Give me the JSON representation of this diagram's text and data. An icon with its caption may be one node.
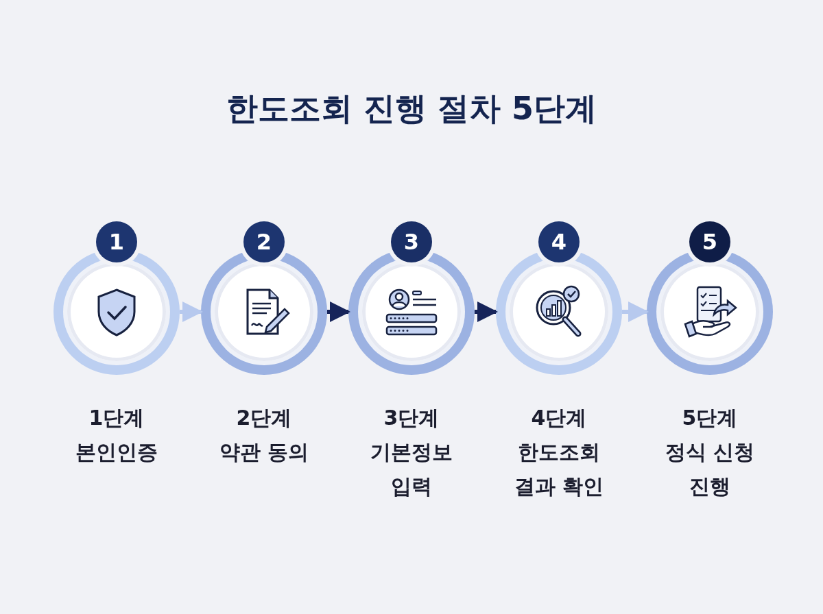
{
  "diagram": {
    "title": "한도조회 진행 절차 5단계",
    "nodes": [
      {
        "text": [
          "1"
        ],
        "beside": [
          "1단계",
          "본인인증"
        ]
      },
      {
        "text": [
          "2"
        ],
        "beside": [
          "2단계",
          "약관 동의"
        ]
      },
      {
        "text": [
          "3"
        ],
        "beside": [
          "3단계",
          "기본정보 입력"
        ]
      },
      {
        "text": [
          "4"
        ],
        "beside": [
          "4단계",
          "한도조회 결과 확인"
        ]
      },
      {
        "text": [
          "5"
        ],
        "beside": [
          "5단계",
          "정식 신청 진행"
        ]
      }
    ],
    "edges": [
      {
        "from": 0,
        "to": 1,
        "arrow": "to",
        "color": "#b7c9ee"
      },
      {
        "from": 1,
        "to": 2,
        "arrow": "to",
        "color": "#16245a"
      },
      {
        "from": 2,
        "to": 3,
        "arrow": "to",
        "color": "#16245a"
      },
      {
        "from": 3,
        "to": 4,
        "arrow": "to",
        "color": "#b7c9ee"
      }
    ]
  }
}
